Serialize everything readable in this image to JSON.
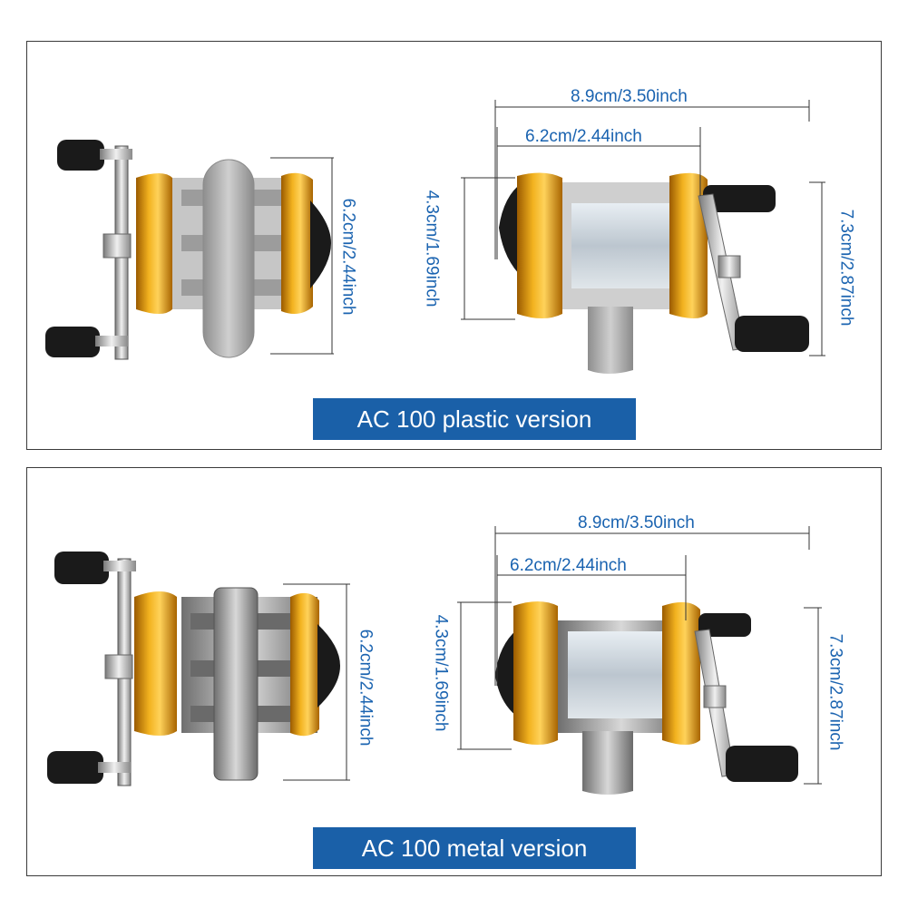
{
  "colors": {
    "accent": "#1a60a8",
    "dimension_text": "#1a63b0",
    "spool_gold": "#e8a21a",
    "plastic_gray": "#b8b8b8",
    "metal_silver": "#c9c9c9",
    "knob_black": "#1a1a1a"
  },
  "plastic": {
    "label": "AC 100 plastic version",
    "side_height": "6.2cm/2.44inch",
    "total_width": "8.9cm/3.50inch",
    "body_width": "6.2cm/2.44inch",
    "body_height": "4.3cm/1.69inch",
    "total_height": "7.3cm/2.87inch"
  },
  "metal": {
    "label": "AC 100 metal version",
    "side_height": "6.2cm/2.44inch",
    "total_width": "8.9cm/3.50inch",
    "body_width": "6.2cm/2.44inch",
    "body_height": "4.3cm/1.69inch",
    "total_height": "7.3cm/2.87inch"
  }
}
